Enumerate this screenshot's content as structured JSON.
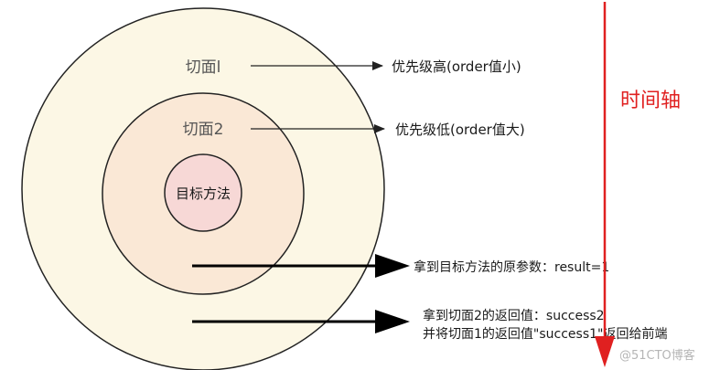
{
  "colors": {
    "outer_fill": "#fcf7e5",
    "middle_fill": "#fae8d6",
    "inner_fill": "#f7d8d6",
    "stroke": "#222222",
    "timeline": "#e02020",
    "arrow": "#000000"
  },
  "circles": {
    "outer_label": "切面l",
    "middle_label": "切面2",
    "inner_label": "目标方法"
  },
  "annotations": {
    "outer_priority": "优先级高(order值小)",
    "middle_priority": "优先级低(order值大)",
    "target_result": "拿到目标方法的原参数：result=1",
    "return_line1": "拿到切面2的返回值：success2",
    "return_line2": "并将切面1的返回值\"success1\"返回给前端"
  },
  "timeline": {
    "label": "时间轴"
  },
  "watermark": {
    "text": "@51CTO博客"
  }
}
